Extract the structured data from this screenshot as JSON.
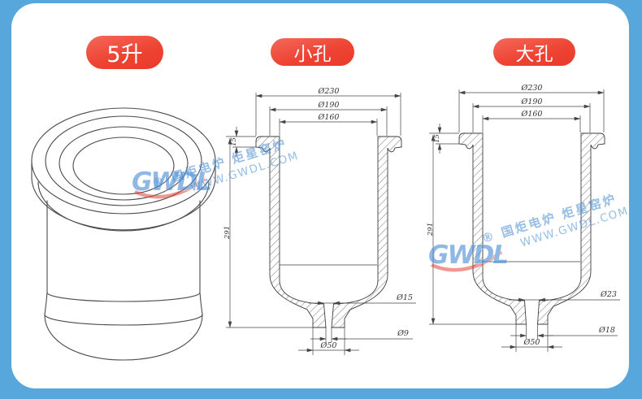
{
  "colors": {
    "background": "#57a7dc",
    "card": "#ffffff",
    "badge_red": "#ee4434",
    "drawing_line": "#3d3d3d",
    "watermark_blue": "#4d90d4",
    "watermark_red": "#e23b30"
  },
  "badges": {
    "volume": "5升",
    "small_hole": "小孔",
    "large_hole": "大孔"
  },
  "small_hole_drawing": {
    "dia_flange": "Ø230",
    "dia_body": "Ø190",
    "dia_opening": "Ø160",
    "flange_height": "15",
    "total_height": "291",
    "dia_hole_top": "Ø15",
    "dia_hole_bottom": "Ø9",
    "dia_base": "Ø50"
  },
  "large_hole_drawing": {
    "dia_flange": "Ø230",
    "dia_body": "Ø190",
    "dia_opening": "Ø160",
    "flange_height": "15",
    "total_height": "291",
    "dia_hole_top": "Ø23",
    "dia_hole_bottom": "Ø18",
    "dia_base": "Ø50"
  },
  "watermark": {
    "logo": "GWDL",
    "registered": "®",
    "company": "国炬电炉 炬星窑炉",
    "website": "WWW.GWDL.COM"
  }
}
